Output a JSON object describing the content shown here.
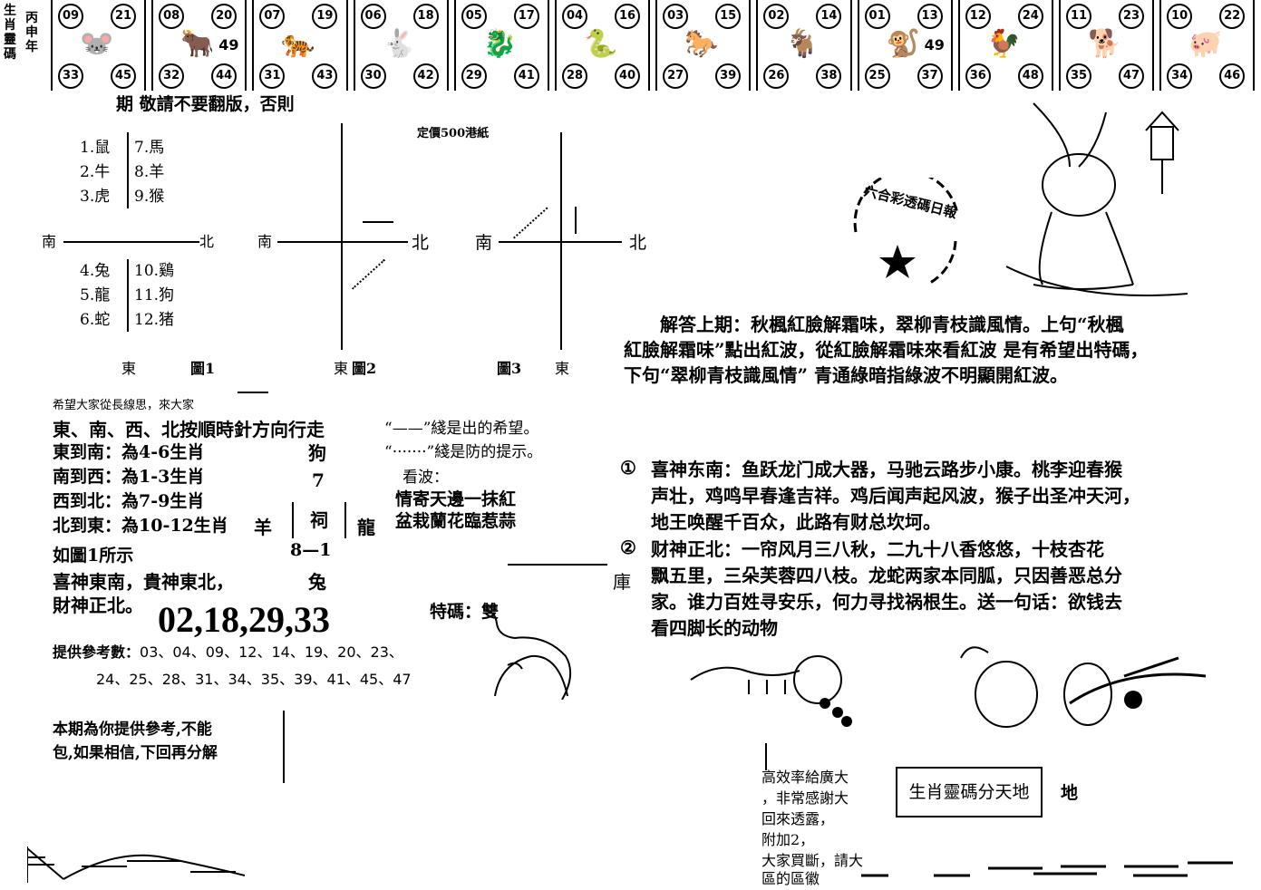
{
  "strip": {
    "title_chars": [
      "生",
      "肖",
      "靈",
      "碼",
      "丙",
      "申",
      "年"
    ],
    "cells": [
      {
        "a": "09",
        "b": "21",
        "c": "33",
        "d": "45",
        "extra": "",
        "animal": "rat-icon",
        "glyph": "🐭"
      },
      {
        "a": "08",
        "b": "20",
        "c": "32",
        "d": "44",
        "extra": "49",
        "animal": "ox-icon",
        "glyph": "🐂"
      },
      {
        "a": "07",
        "b": "19",
        "c": "31",
        "d": "43",
        "extra": "",
        "animal": "tiger-icon",
        "glyph": "🐅"
      },
      {
        "a": "06",
        "b": "18",
        "c": "30",
        "d": "42",
        "extra": "",
        "animal": "rabbit-icon",
        "glyph": "🐇"
      },
      {
        "a": "05",
        "b": "17",
        "c": "29",
        "d": "41",
        "extra": "",
        "animal": "dragon-icon",
        "glyph": "🐉"
      },
      {
        "a": "04",
        "b": "16",
        "c": "28",
        "d": "40",
        "extra": "",
        "animal": "snake-icon",
        "glyph": "🐍"
      },
      {
        "a": "03",
        "b": "15",
        "c": "27",
        "d": "39",
        "extra": "",
        "animal": "horse-icon",
        "glyph": "🐎"
      },
      {
        "a": "02",
        "b": "14",
        "c": "26",
        "d": "38",
        "extra": "",
        "animal": "goat-icon",
        "glyph": "🐐"
      },
      {
        "a": "01",
        "b": "13",
        "c": "25",
        "d": "37",
        "extra": "49",
        "animal": "monkey-icon",
        "glyph": "🐒"
      },
      {
        "a": "12",
        "b": "24",
        "c": "36",
        "d": "48",
        "extra": "",
        "animal": "rooster-icon",
        "glyph": "🐓"
      },
      {
        "a": "11",
        "b": "23",
        "c": "35",
        "d": "47",
        "extra": "",
        "animal": "dog-icon",
        "glyph": "🐕"
      },
      {
        "a": "10",
        "b": "22",
        "c": "34",
        "d": "46",
        "extra": "",
        "animal": "pig-icon",
        "glyph": "🐖"
      }
    ]
  },
  "header": {
    "notice": "期 敬請不要翻版，否則",
    "price": "定價500港紙"
  },
  "legend": {
    "left": [
      "1.鼠",
      "2.牛",
      "3.虎",
      "4.兔",
      "5.龍",
      "6.蛇"
    ],
    "right": [
      "7.馬",
      "8.羊",
      "9.猴",
      "10.鷄",
      "11.狗",
      "12.猪"
    ]
  },
  "diagrams": {
    "south": "南",
    "north": "北",
    "east": "東",
    "fig1": "圖1",
    "fig2": "圖2",
    "fig3": "圖3"
  },
  "guide": {
    "intro": "希望大家從長線思，來大家",
    "direction": "東、南、西、北按順時針方向行走",
    "rows": [
      "東到南：為4-6生肖",
      "南到西：為1-3生肖",
      "西到北：為7-9生肖",
      "北到東：為10-12生肖"
    ],
    "goat": "羊",
    "dog": "狗",
    "seven": "7",
    "temple": "祠",
    "dragon": "龍",
    "eight_one": "8—1",
    "rabbit": "兔",
    "warehouse": "庫",
    "fig_ref": "如圖1所示",
    "gods_1": "喜神東南，貴神東北，",
    "gods_2": "財神正北。",
    "solid_note": "“——”綫是出的希望。",
    "dotted_note": "“·······”綫是防的提示。",
    "look": "看波：",
    "poem_1": "情寄天邊一抹紅",
    "poem_2": "盆栽蘭花臨惹蒜"
  },
  "numbers": {
    "main": "02,18,29,33",
    "special": "特碼：雙",
    "ref_label": "提供參考數：",
    "ref_1": "03、04、09、12、14、19、20、23、",
    "ref_2": "24、25、28、31、34、35、39、41、45、47"
  },
  "footer_left": {
    "line1": "本期為你提供參考,不能",
    "line2": "包,如果相信,下回再分解"
  },
  "stamp": {
    "text": "六合彩透碼日報"
  },
  "answer": {
    "line1": "解答上期：秋楓紅臉解霜味，翠柳青枝識風情。上句“秋楓",
    "line2": "紅臉解霜味”點出紅波，從紅臉解霜味來看紅波 是有希望出特碼，",
    "line3": "下句“翠柳青枝識風情” 青通綠暗指綠波不明顯開紅波。"
  },
  "gods": {
    "m1": "①",
    "p1_1": "喜神东南：鱼跃龙门成大器，马驰云路步小康。桃李迎春猴",
    "p1_2": "声壮，鸡鸣早春逢吉祥。鸡后闻声起风波，猴子出圣冲天河，",
    "p1_3": "地王唤醒千百众，此路有财总坎坷。",
    "m2": "②",
    "p2_1": "财神正北：一帘风月三八秋，二九十八香悠悠，十枝杏花",
    "p2_2": "飘五里，三朵芙蓉四八枝。龙蛇两家本同胍，只因善恶总分",
    "p2_3": "家。谁力百姓寻安乐，何力寻找祸根生。送一句话：欲钱去",
    "p2_4": "看四脚长的动物"
  },
  "footer_right": {
    "l1": "高效率給廣大",
    "l2": "，非常感謝大",
    "l3": "回來透露，",
    "l4": "附加2，",
    "l5": "大家買斷，請大",
    "l6": "區的區徽",
    "box": "生肖靈碼分天地",
    "di": "地"
  }
}
